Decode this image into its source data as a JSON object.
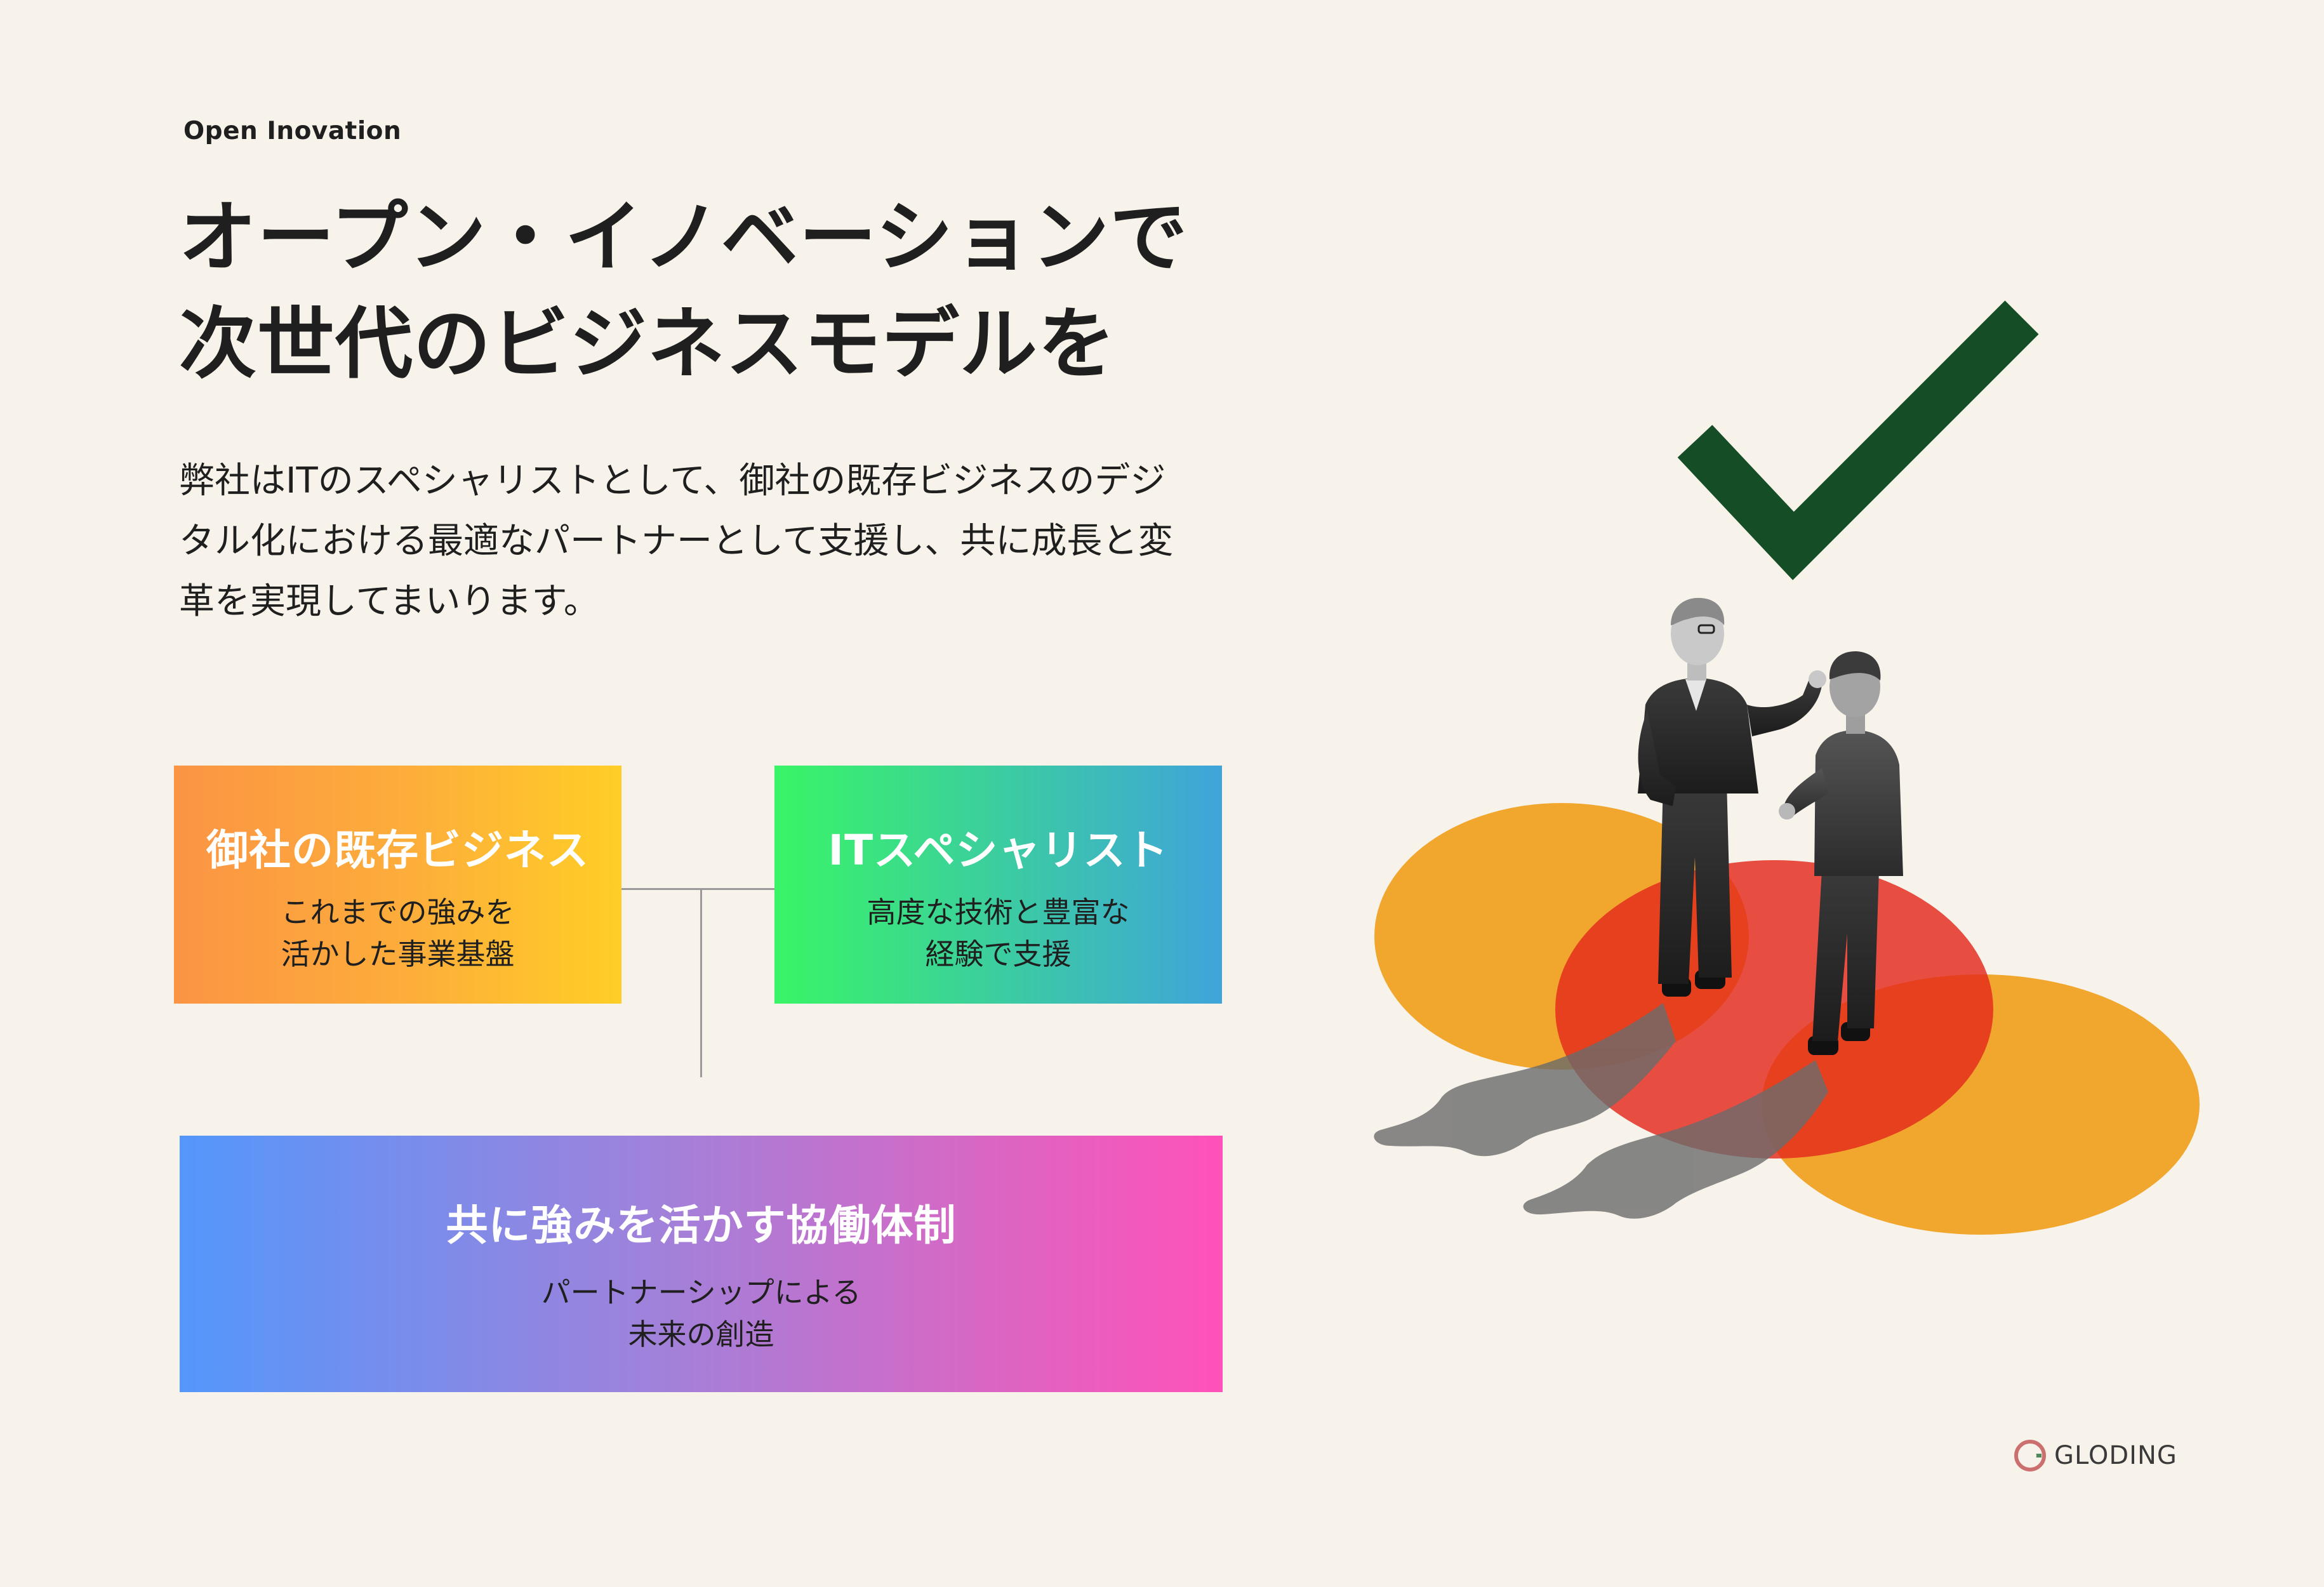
{
  "eyebrow": "Open Inovation",
  "headline": {
    "line1": "オープン・イノベーションで",
    "line2": "次世代のビジネスモデルを"
  },
  "lead": {
    "line1": "弊社はITのスペシャリストとして、御社の既存ビジネスのデジ",
    "line2": "タル化における最適なパートナーとして支援し、共に成長と変",
    "line3": "革を実現してまいります。"
  },
  "boxes": {
    "existing": {
      "title": "御社の既存ビジネス",
      "desc_line1": "これまでの強みを",
      "desc_line2": "活かした事業基盤"
    },
    "it": {
      "title": "ITスペシャリスト",
      "desc_line1": "高度な技術と豊富な",
      "desc_line2": "経験で支援"
    },
    "joint": {
      "title": "共に強みを活かす協働体制",
      "desc_line1": "パートナーシップによる",
      "desc_line2": "未来の創造"
    }
  },
  "brand": {
    "name": "GLODING",
    "logo_icon": "g-logo-icon"
  },
  "colors": {
    "background": "#f7f3ea",
    "checkmark": "#154d26",
    "circle_orange": "#f0a124",
    "circle_red": "#e32a1c"
  },
  "icons": {
    "checkmark": "checkmark-icon"
  }
}
